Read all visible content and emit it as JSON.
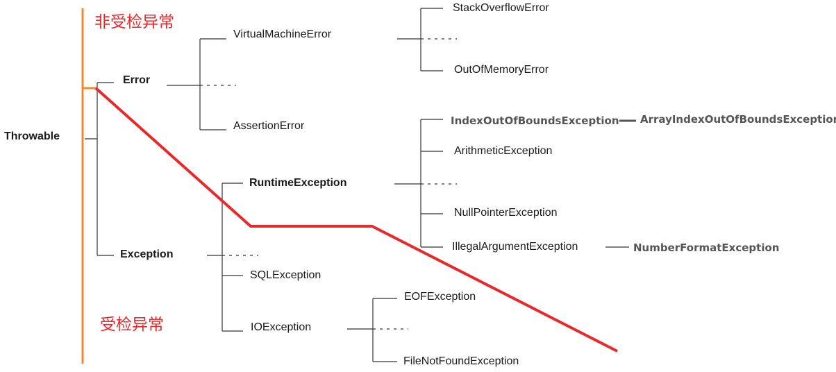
{
  "colors": {
    "orange_bar": "#f08a30",
    "red_path": "#e8282a",
    "lines": "#333333"
  },
  "labels": {
    "unchecked": "非受检异常",
    "checked": "受检异常"
  },
  "nodes": {
    "throwable": "Throwable",
    "error": "Error",
    "exception": "Exception",
    "virtual_machine_error": "VirtualMachineError",
    "assertion_error": "AssertionError",
    "stack_overflow_error": "StackOverflowError",
    "out_of_memory_error": "OutOfMemoryError",
    "runtime_exception": "RuntimeException",
    "sql_exception": "SQLException",
    "io_exception": "IOException",
    "index_out_of_bounds": "IndexOutOfBoundsException",
    "array_index_out_of_bounds": "ArrayIndexOutOfBoundsException",
    "arithmetic_exception": "ArithmeticException",
    "null_pointer_exception": "NullPointerException",
    "illegal_argument_exception": "IllegalArgumentException",
    "number_format_exception": "NumberFormatException",
    "eof_exception": "EOFException",
    "file_not_found_exception": "FileNotFoundException"
  }
}
